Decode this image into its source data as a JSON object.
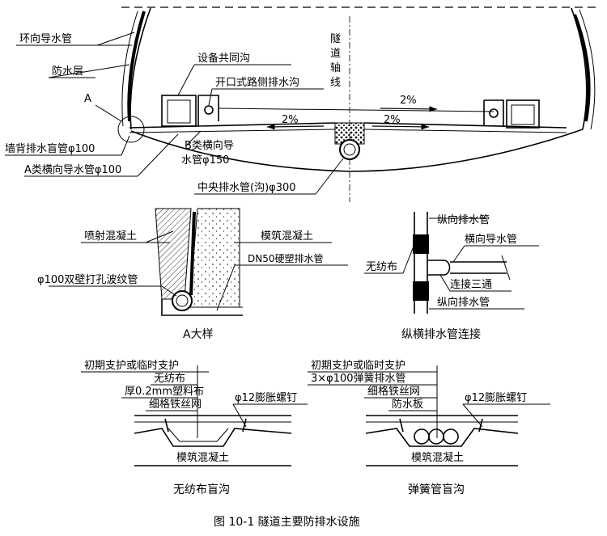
{
  "tunnel": {
    "ring_drain": "环向导水管",
    "waterproof_layer": "防水层",
    "detail_marker": "A",
    "wall_blind_pipe": "墙背排水盲管φ100",
    "a_transverse_pipe": "A类横向导水管φ100",
    "cable_trench": "设备共同沟",
    "open_side_ditch": "开口式路侧排水沟",
    "axis_chars": [
      "隧",
      "道",
      "轴",
      "线"
    ],
    "slope_upper": "2%",
    "slope_left": "2%",
    "slope_right": "2%",
    "b_transverse_pipe_1": "B类横向导",
    "b_transverse_pipe_2": "水管φ150",
    "central_drain": "中央排水管(沟)φ300"
  },
  "detail_a": {
    "shotcrete": "喷射混凝土",
    "cast_concrete": "模筑混凝土",
    "dn50_pipe": "DN50硬塑排水管",
    "corrugated_pipe": "φ100双壁打孔波纹管",
    "caption": "A大样"
  },
  "pipe_connection": {
    "longitudinal_top": "纵向排水管",
    "transverse_pipe": "横向导水管",
    "nonwoven": "无纺布",
    "tee": "连接三通",
    "longitudinal_bottom": "纵向排水管",
    "caption": "纵横排水管连接"
  },
  "nonwoven_ditch": {
    "layers": [
      "初期支护或临时支护",
      "无纺布",
      "厚0.2mm塑料布",
      "细格铁丝网"
    ],
    "bolt": "φ12膨胀螺钉",
    "concrete": "模筑混凝土",
    "caption": "无纺布盲沟"
  },
  "spring_ditch": {
    "layers": [
      "初期支护或临时支护",
      "3×φ100弹簧排水管",
      "细格铁丝网",
      "防水板"
    ],
    "bolt": "φ12膨胀螺钉",
    "concrete": "模筑混凝土",
    "caption": "弹簧管盲沟"
  },
  "figure": {
    "caption": "图 10-1   隧道主要防排水设施"
  }
}
